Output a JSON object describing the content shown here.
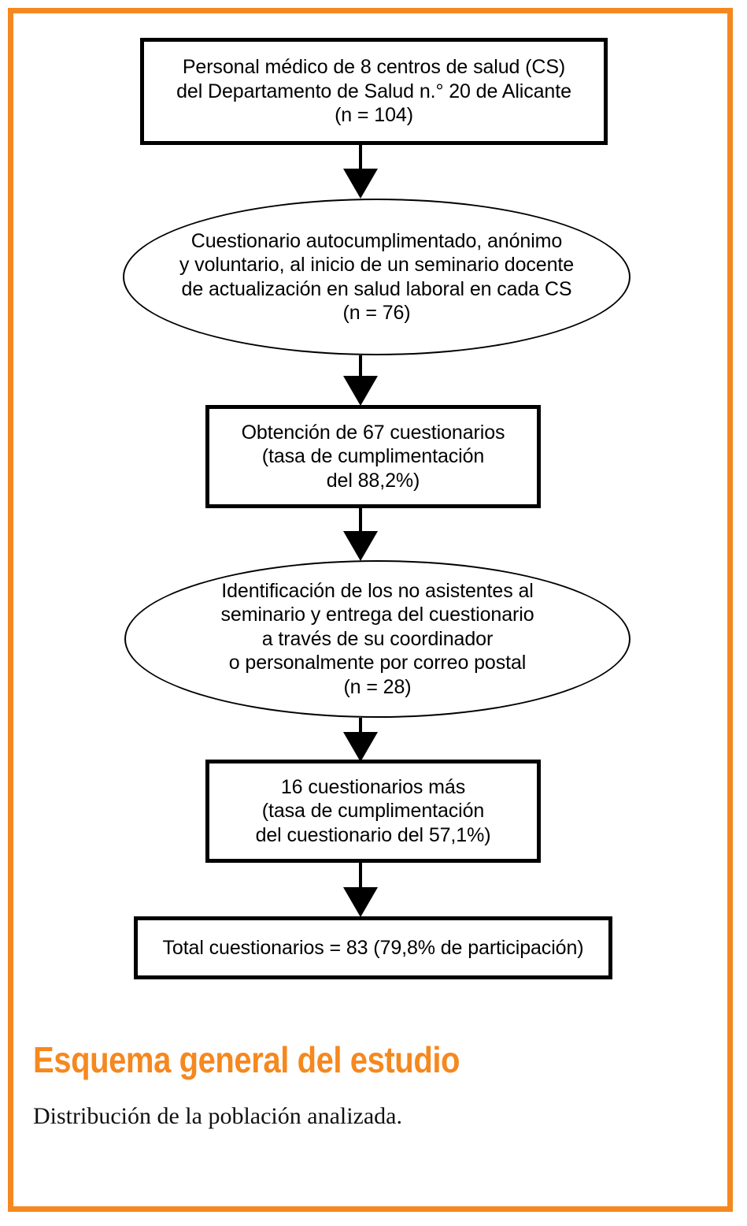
{
  "frame": {
    "accent_color": "#F5881F"
  },
  "diagram": {
    "type": "flowchart",
    "orientation": "vertical",
    "nodes": [
      {
        "id": "box-source",
        "shape": "rectangle",
        "text": "Personal médico de 8 centros de salud (CS)\ndel Departamento de Salud n.° 20 de Alicante\n(n = 104)",
        "n": 104
      },
      {
        "id": "ellipse-one",
        "shape": "ellipse",
        "text": "Cuestionario autocumplimentado, anónimo\ny voluntario, al inicio de un seminario docente\nde actualización en salud laboral en cada CS\n(n = 76)",
        "n": 76
      },
      {
        "id": "box-obtained",
        "shape": "rectangle",
        "text": "Obtención de 67 cuestionarios\n(tasa de cumplimentación\ndel 88,2%)",
        "count": 67,
        "rate": "88,2%"
      },
      {
        "id": "ellipse-two",
        "shape": "ellipse",
        "text": "Identificación de los no asistentes al\nseminario y entrega del cuestionario\na través de su coordinador\no personalmente por correo postal\n(n = 28)",
        "n": 28
      },
      {
        "id": "box-sixteen",
        "shape": "rectangle",
        "text": "16 cuestionarios más\n(tasa de cumplimentación\ndel cuestionario del 57,1%)",
        "count": 16,
        "rate": "57,1%"
      },
      {
        "id": "box-total",
        "shape": "rectangle",
        "text": "Total cuestionarios = 83 (79,8% de participación)",
        "total": 83,
        "rate": "79,8%"
      }
    ],
    "edges": [
      {
        "from": "box-source",
        "to": "ellipse-one",
        "marker": "arrow-down"
      },
      {
        "from": "ellipse-one",
        "to": "box-obtained",
        "marker": "arrow-down"
      },
      {
        "from": "box-obtained",
        "to": "ellipse-two",
        "marker": "arrow-down"
      },
      {
        "from": "ellipse-two",
        "to": "box-sixteen",
        "marker": "arrow-down"
      },
      {
        "from": "box-sixteen",
        "to": "box-total",
        "marker": "arrow-down"
      }
    ]
  },
  "caption": {
    "title": "Esquema general del estudio",
    "subtitle": "Distribución de la población analizada."
  }
}
